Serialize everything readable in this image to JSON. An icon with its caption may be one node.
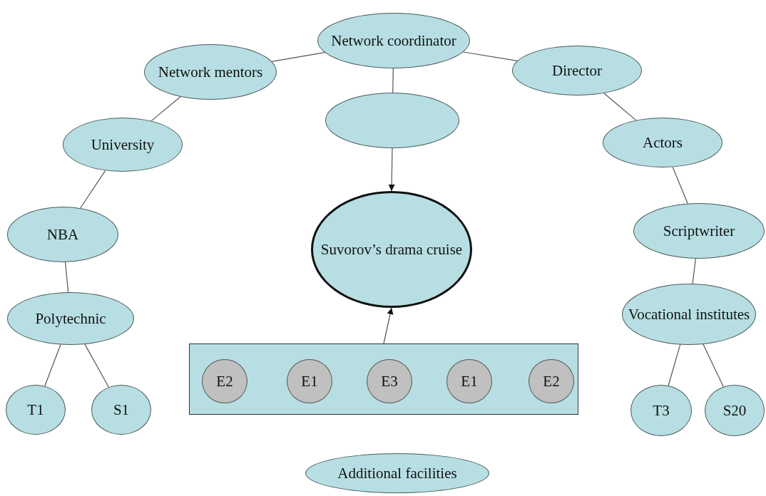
{
  "diagram": {
    "nodes": [
      {
        "text": [
          "Network coordinator"
        ]
      },
      {
        "text": [
          "Network mentors"
        ]
      },
      {
        "text": [
          "Director"
        ]
      },
      {
        "text": [],
        "shape": "ellipse"
      },
      {
        "text": [
          "University"
        ]
      },
      {
        "text": [
          "Actors"
        ]
      },
      {
        "text": [
          "Suvorov’s drama cruise"
        ]
      },
      {
        "text": [
          "NBA"
        ]
      },
      {
        "text": [
          "Scriptwriter"
        ]
      },
      {
        "text": [
          "Polytechnic"
        ]
      },
      {
        "text": [
          "Vocational institutes"
        ]
      },
      {
        "text": [],
        "shape": "box"
      },
      {
        "text": [
          "E2"
        ],
        "in": 11
      },
      {
        "text": [
          "E1"
        ],
        "in": 11
      },
      {
        "text": [
          "E3"
        ],
        "in": 11
      },
      {
        "text": [
          "E1"
        ],
        "in": 11
      },
      {
        "text": [
          "E2"
        ],
        "in": 11
      },
      {
        "text": [
          "T1"
        ]
      },
      {
        "text": [
          "S1"
        ]
      },
      {
        "text": [
          "T3"
        ]
      },
      {
        "text": [
          "S20"
        ]
      },
      {
        "text": [
          "Additional facilities"
        ]
      }
    ],
    "edges": [
      {
        "from": 0,
        "to": 1,
        "arrow": "none"
      },
      {
        "from": 0,
        "to": 2,
        "arrow": "none"
      },
      {
        "from": 0,
        "to": 3,
        "arrow": "none"
      },
      {
        "from": 1,
        "to": 4,
        "arrow": "none"
      },
      {
        "from": 4,
        "to": 7,
        "arrow": "none"
      },
      {
        "from": 7,
        "to": 9,
        "arrow": "none"
      },
      {
        "from": 9,
        "to": 17,
        "arrow": "none"
      },
      {
        "from": 9,
        "to": 18,
        "arrow": "none"
      },
      {
        "from": 2,
        "to": 5,
        "arrow": "none"
      },
      {
        "from": 5,
        "to": 8,
        "arrow": "none"
      },
      {
        "from": 8,
        "to": 10,
        "arrow": "none"
      },
      {
        "from": 10,
        "to": 19,
        "arrow": "none"
      },
      {
        "from": 10,
        "to": 20,
        "arrow": "none"
      },
      {
        "from": 3,
        "to": 6,
        "arrow": "to"
      },
      {
        "from": 11,
        "to": 6,
        "arrow": "to"
      }
    ]
  }
}
